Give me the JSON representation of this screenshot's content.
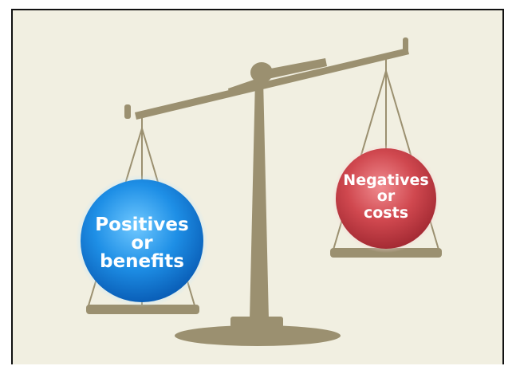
{
  "scale": {
    "left_pan": {
      "lines": [
        "Positives",
        "or",
        "benefits"
      ],
      "ball_color": "#1e90e8"
    },
    "right_pan": {
      "lines": [
        "Negatives",
        "or",
        "costs"
      ],
      "ball_color": "#d0484f"
    },
    "metal_color": "#9b9070",
    "background_color": "#f1efe1"
  }
}
